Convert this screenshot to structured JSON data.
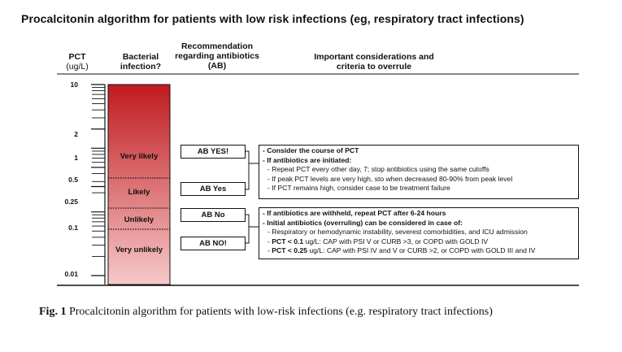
{
  "title": "Procalcitonin algorithm for patients with low risk infections (eg, respiratory tract infections)",
  "headers": {
    "pct": [
      "PCT",
      "(ug/L)"
    ],
    "bacterial": [
      "Bacterial",
      "infection?"
    ],
    "recommendation": [
      "Recommendation",
      "regarding antibiotics",
      "(AB)"
    ],
    "considerations": [
      "Important considerations and",
      "criteria to overrule"
    ]
  },
  "pct_scale": {
    "ticks": [
      "10",
      "2",
      "1",
      "0.5",
      "0.25",
      "0.1",
      "0.01"
    ]
  },
  "categories": [
    "Very likely",
    "Likely",
    "Unlikely",
    "Very unlikely"
  ],
  "recommendations": [
    "AB YES!",
    "AB Yes",
    "AB No",
    "AB NO!"
  ],
  "box_top": {
    "line1": "- Consider the course of PCT",
    "line2": "- If antibiotics are initiated:",
    "line3": "- Repeat PCT every other day, 7; stop  antibiotics using the same cutoffs",
    "line4": "- If peak PCT levels are very high, sto when decreased 80-90% from peak level",
    "line5": "- If PCT remains high, consider case to be treatment failure"
  },
  "box_bottom": {
    "line1": "- If antibiotics are withheld, repeat PCT after 6-24 hours",
    "line2": "- Initial antibiotics (overruling) can be considered in case of:",
    "line3": "- Respiratory or hemodynamic instability, severest comorbidities, and ICU admission",
    "line4_bold": "PCT < 0.1",
    "line4_rest": " ug/L: CAP with PSI V or CURB >3, or COPD with GOLD IV",
    "line5_bold": "PCT < 0.25",
    "line5_rest": " ug/L: CAP with PSI IV and V or CURB >2, or COPD with GOLD III and IV"
  },
  "caption": {
    "label": "Fig. 1",
    "text": " Procalcitonin algorithm for patients with low-risk infections (e.g. respiratory tract infections)"
  },
  "colors": {
    "bar_top": "#c01a1f",
    "bar_bottom": "#f7c9c9",
    "line": "#111111"
  }
}
